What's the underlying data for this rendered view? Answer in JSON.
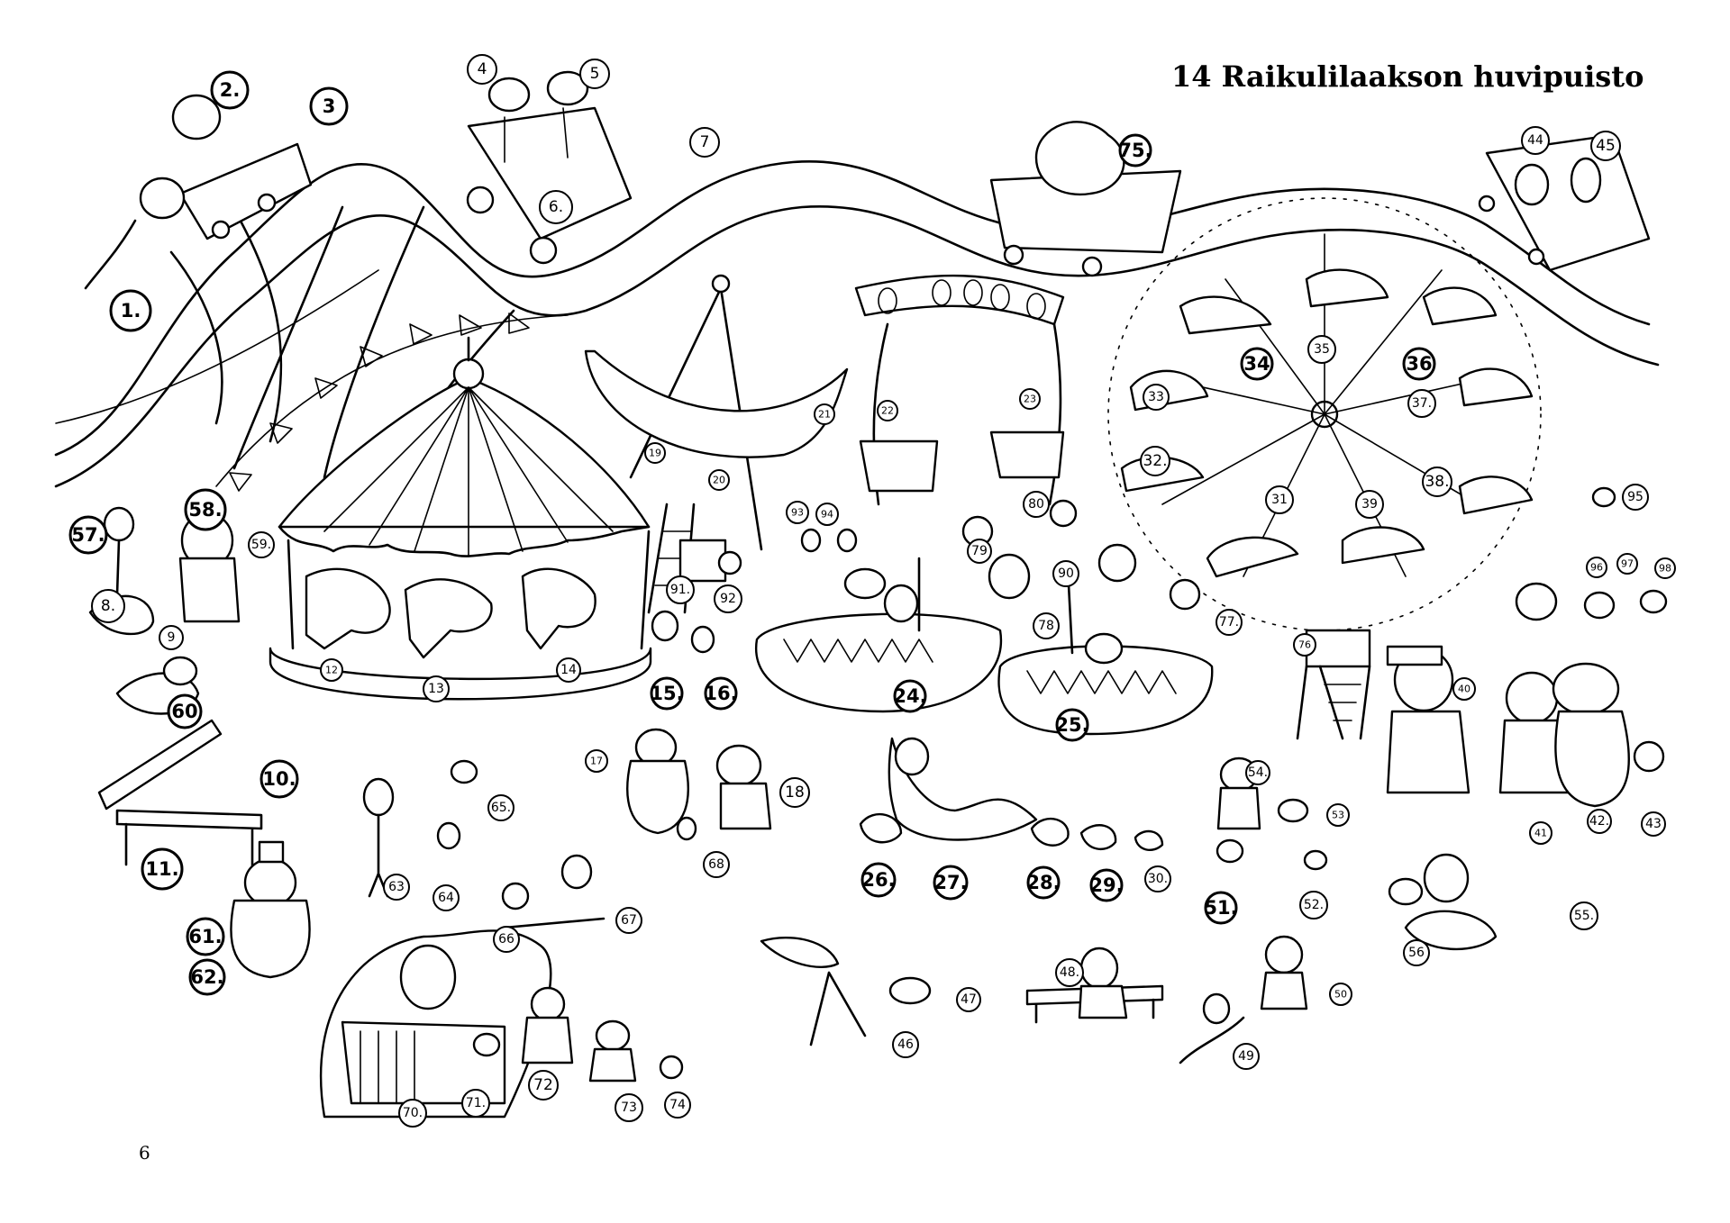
{
  "page": {
    "title": "14 Raikulilaakson huvipuisto",
    "page_number": "6"
  },
  "labels": [
    "1.",
    "2.",
    "3",
    "4",
    "5",
    "6.",
    "7",
    "8.",
    "9",
    "10.",
    "11.",
    "12",
    "13",
    "14",
    "15.",
    "16.",
    "17",
    "18",
    "19",
    "20",
    "21",
    "22",
    "23",
    "24.",
    "25.",
    "26.",
    "27.",
    "28.",
    "29.",
    "30.",
    "31",
    "32.",
    "33",
    "34",
    "35",
    "36",
    "37.",
    "38.",
    "39",
    "40",
    "41",
    "42.",
    "43",
    "44",
    "45",
    "46",
    "47",
    "48.",
    "49",
    "50",
    "51.",
    "52.",
    "53",
    "54.",
    "55.",
    "56",
    "57.",
    "58.",
    "59.",
    "60",
    "61.",
    "62.",
    "63",
    "64",
    "65.",
    "66",
    "67",
    "68",
    "70.",
    "71.",
    "72",
    "73",
    "74",
    "75.",
    "76",
    "77.",
    "78",
    "79",
    "80",
    "90",
    "91.",
    "92",
    "93",
    "94",
    "95",
    "96",
    "97",
    "98"
  ]
}
